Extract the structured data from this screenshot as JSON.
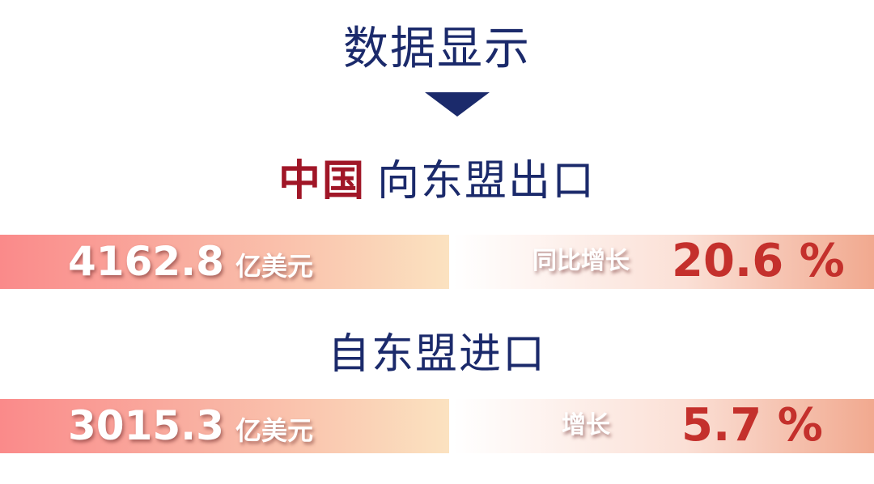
{
  "title": "数据显示",
  "export": {
    "country": "中国",
    "heading": "向东盟出口",
    "value": "4162.8",
    "unit": "亿美元",
    "growth_label": "同比增长",
    "growth_value": "20.6 %"
  },
  "import": {
    "heading": "自东盟进口",
    "value": "3015.3",
    "unit": "亿美元",
    "growth_label": "增长",
    "growth_value": "5.7 %"
  },
  "colors": {
    "navy": "#1b2a6b",
    "dark_red": "#a01627",
    "growth_red": "#c4302c"
  }
}
